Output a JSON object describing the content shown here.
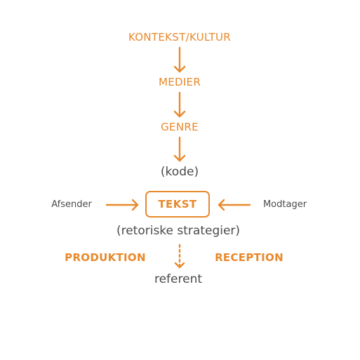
{
  "diagram": {
    "nodes": {
      "context": "KONTEKST/KULTUR",
      "media": "MEDIER",
      "genre": "GENRE",
      "code": "(kode)",
      "text": "TEKST",
      "sender": "Afsender",
      "receiver": "Modtager",
      "strategies": "(retoriske strategier)",
      "production": "PRODUKTION",
      "reception": "RECEPTION",
      "referent": "referent"
    },
    "colors": {
      "accent": "#E8892B",
      "text": "#4a4a4a"
    }
  }
}
